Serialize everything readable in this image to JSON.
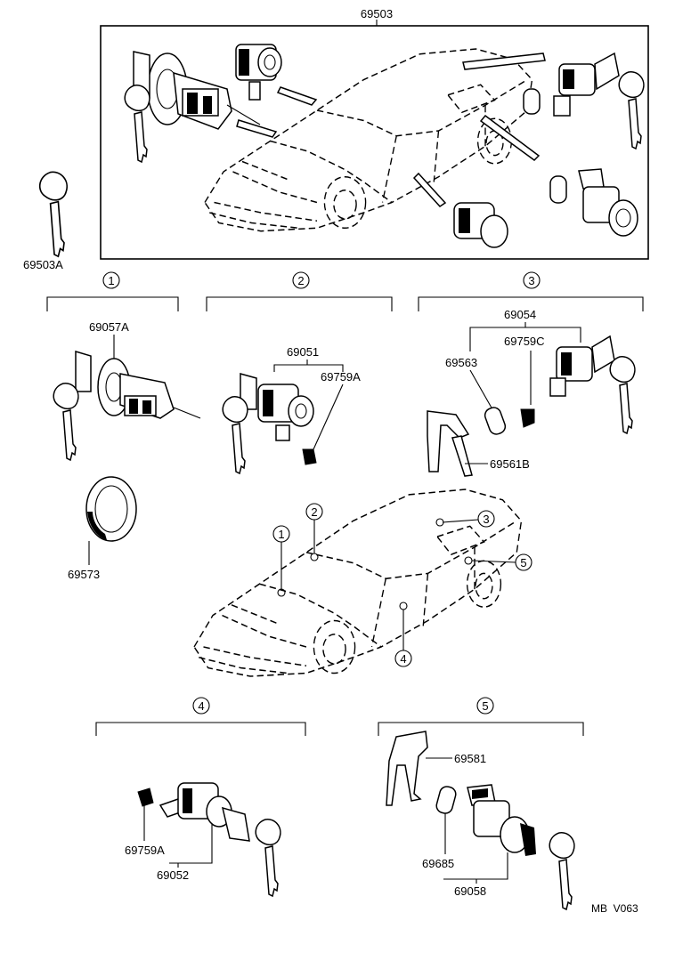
{
  "diagram": {
    "top_assembly": {
      "part_no": "69503"
    },
    "spare_key": {
      "part_no": "69503A"
    },
    "callouts": [
      "1",
      "2",
      "3",
      "4",
      "5"
    ],
    "groups": {
      "g1": {
        "index": "1",
        "parts": {
          "cylinder": "69057A",
          "ring": "69573"
        }
      },
      "g2": {
        "index": "2",
        "parts": {
          "assy": "69051",
          "clip": "69759A"
        }
      },
      "g3": {
        "index": "3",
        "parts": {
          "assy": "69054",
          "pad": "69563",
          "clip": "69759C",
          "bracket": "69561B"
        }
      },
      "g4": {
        "index": "4",
        "parts": {
          "clip": "69759A",
          "assy": "69052"
        }
      },
      "g5": {
        "index": "5",
        "parts": {
          "bracket": "69581",
          "pad": "69685",
          "assy": "69058"
        }
      }
    },
    "footer_code": "MB  V063"
  }
}
